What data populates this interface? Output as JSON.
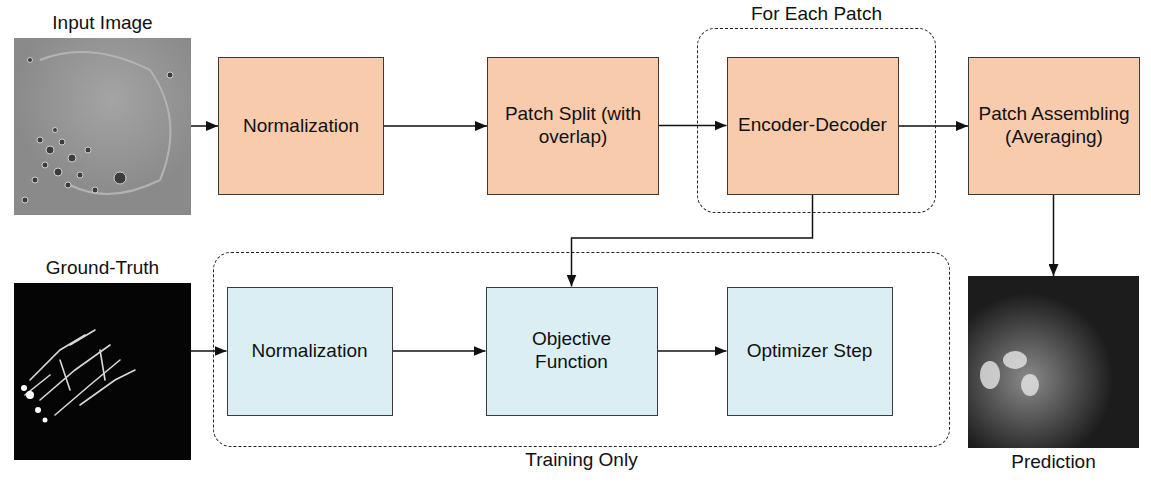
{
  "diagram": {
    "nodes": [
      {
        "text": [
          "Input Image"
        ]
      },
      {
        "text": [
          "Normalization"
        ]
      },
      {
        "text": [
          "Patch Split (with overlap)"
        ]
      },
      {
        "text": [
          "For Each Patch"
        ]
      },
      {
        "text": [
          "Encoder-Decoder"
        ],
        "in": 3
      },
      {
        "text": [
          "Patch Assembling (Averaging)"
        ]
      },
      {
        "text": [
          "Ground-Truth"
        ]
      },
      {
        "text": [
          "Training Only"
        ]
      },
      {
        "text": [
          "Normalization"
        ],
        "in": 7
      },
      {
        "text": [
          "Objective Function"
        ],
        "in": 7
      },
      {
        "text": [
          "Optimizer Step"
        ],
        "in": 7
      },
      {
        "text": [
          "Prediction"
        ]
      }
    ],
    "edges": [
      {
        "from": 0,
        "to": 1,
        "arrow": "to"
      },
      {
        "from": 1,
        "to": 2,
        "arrow": "to"
      },
      {
        "from": 2,
        "to": 4,
        "arrow": "to"
      },
      {
        "from": 4,
        "to": 5,
        "arrow": "to"
      },
      {
        "from": 5,
        "to": 11,
        "arrow": "to"
      },
      {
        "from": 6,
        "to": 8,
        "arrow": "to"
      },
      {
        "from": 4,
        "to": 9,
        "arrow": "to"
      },
      {
        "from": 8,
        "to": 9,
        "arrow": "to"
      },
      {
        "from": 9,
        "to": 10,
        "arrow": "to"
      }
    ]
  }
}
